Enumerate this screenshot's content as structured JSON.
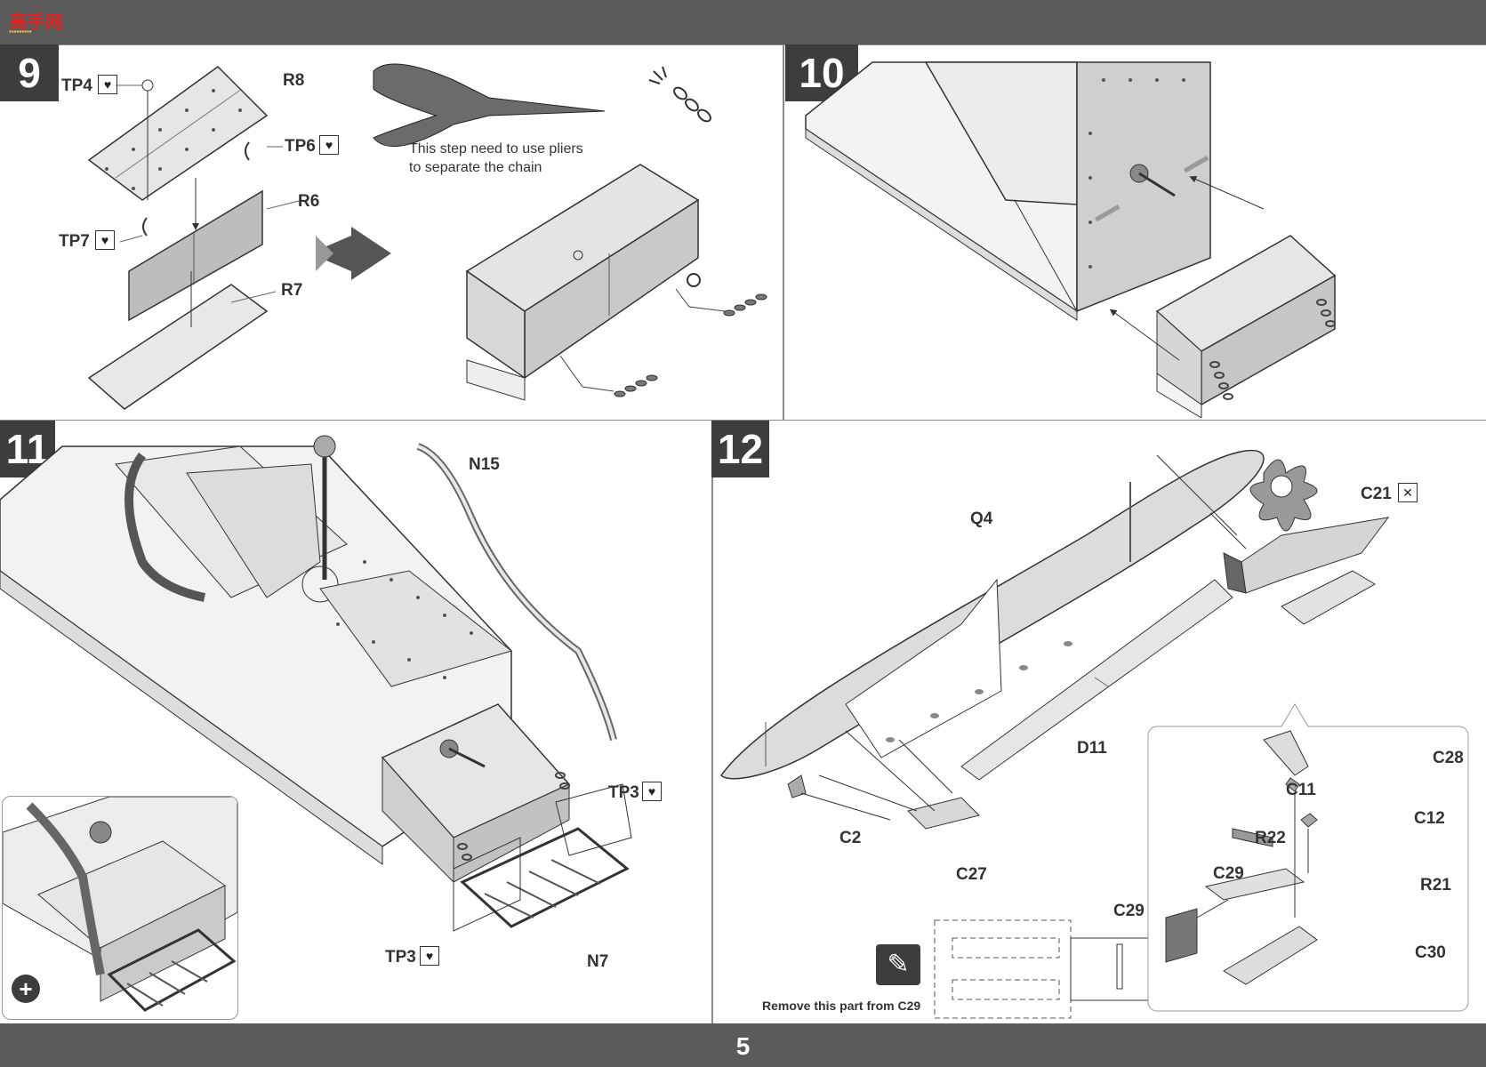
{
  "header": {
    "logo_text": "高手网"
  },
  "footer": {
    "page_number": "5"
  },
  "steps": {
    "s9": {
      "number": "9",
      "labels": {
        "tp4": "TP4",
        "r8": "R8",
        "tp6": "TP6",
        "r6": "R6",
        "tp7": "TP7",
        "r7": "R7"
      },
      "note_line1": "This step need to use pliers",
      "note_line2": "to separate the chain"
    },
    "s10": {
      "number": "10"
    },
    "s11": {
      "number": "11",
      "labels": {
        "n15": "N15",
        "tp3_top": "TP3",
        "tp3_bottom": "TP3",
        "n7": "N7"
      }
    },
    "s12": {
      "number": "12",
      "labels": {
        "q4": "Q4",
        "c21": "C21",
        "d11": "D11",
        "c2": "C2",
        "c27": "C27",
        "c29_sprue": "C29",
        "c28": "C28",
        "c11": "C11",
        "c12": "C12",
        "r22": "R22",
        "c29": "C29",
        "r21": "R21",
        "c30": "C30"
      },
      "remove_note": "Remove this part from C29"
    }
  },
  "icons": {
    "tp_marker": "broken-heart-icon",
    "c21_marker": "crossed-box-icon",
    "zoom": "zoom-in-icon",
    "cut": "cut-tool-icon",
    "transition": "arrow-right-icon"
  }
}
